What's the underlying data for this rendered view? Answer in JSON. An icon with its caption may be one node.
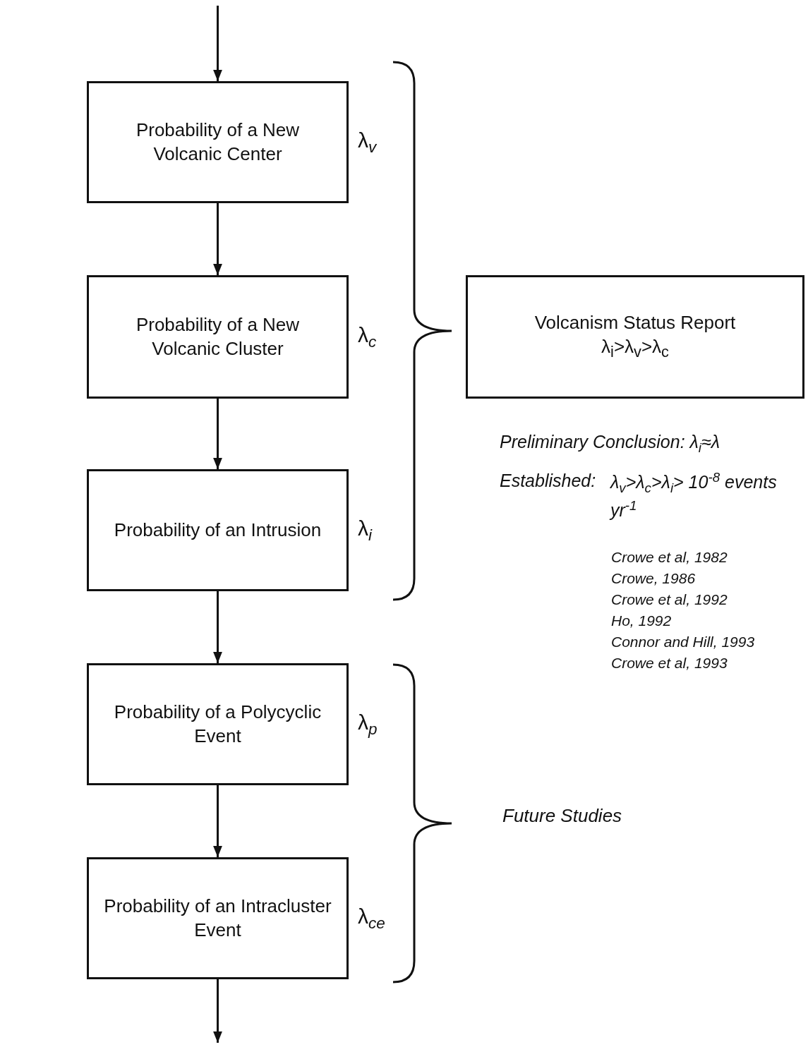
{
  "diagram": {
    "nodes": [
      {
        "text": [
          "Probability of a New Volcanic Center"
        ],
        "beside": [
          "λ$_{v}$"
        ]
      },
      {
        "text": [
          "Probability of a New Volcanic Cluster"
        ],
        "beside": [
          "λ$_{c}$"
        ]
      },
      {
        "text": [
          "Probability of an Intrusion"
        ],
        "beside": [
          "λ$_{i}$"
        ]
      },
      {
        "text": [
          "Probability of a Polycyclic Event"
        ],
        "beside": [
          "λ$_{p}$"
        ]
      },
      {
        "text": [
          "Probability of an Intracluster Event"
        ],
        "beside": [
          "λ$_{ce}$"
        ]
      },
      {
        "text": [
          "Volcanism Status Report",
          "λ$_{i}$>λ$_{v}$>λ$_{c}$"
        ]
      }
    ],
    "edges": [
      {
        "from": null,
        "to": 0,
        "arrow": "to"
      },
      {
        "from": 0,
        "to": 1,
        "arrow": "to"
      },
      {
        "from": 1,
        "to": 2,
        "arrow": "to"
      },
      {
        "from": 2,
        "to": 3,
        "arrow": "to"
      },
      {
        "from": 3,
        "to": 4,
        "arrow": "to"
      },
      {
        "from": 4,
        "to": null,
        "arrow": "to"
      }
    ],
    "labels": [
      "Preliminary Conclusion: λ$_{i}$≈λ",
      "Established:",
      "λ$_{v}$>λ$_{c}$>λ$_{i}$> 10$^{-8}$ events yr$^{-1}$",
      "Crowe et al, 1982",
      "Crowe, 1986",
      "Crowe et al, 1992",
      "Ho, 1992",
      "Connor and Hill, 1993",
      "Crowe et al, 1993",
      "Future Studies"
    ]
  }
}
